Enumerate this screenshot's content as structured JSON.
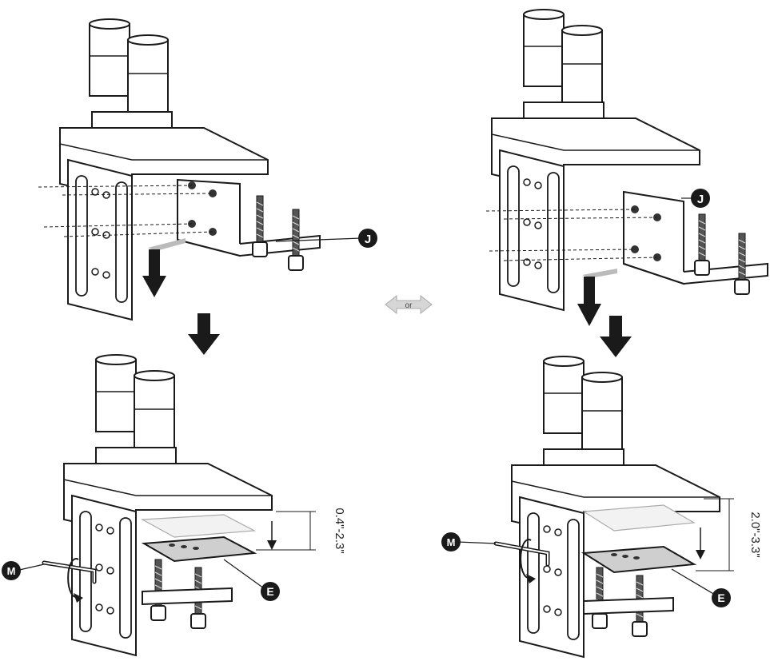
{
  "labels": {
    "j": "J",
    "e": "E",
    "m": "M",
    "or": "or"
  },
  "dimensions": {
    "left_range": "0.4\"-2.3\"",
    "right_range": "2.0\"-3.3\""
  },
  "colors": {
    "ink": "#1a1a1a",
    "part_fill": "#ffffff",
    "ghost_fill": "#f2f2f2",
    "plate_fill": "#cfcfcf",
    "arrow": "#1a1a1a",
    "or_arrow": "#d6d6d6"
  },
  "icons": {
    "step_arrow": "down-arrow-icon",
    "or_indicator": "double-arrow-icon"
  }
}
